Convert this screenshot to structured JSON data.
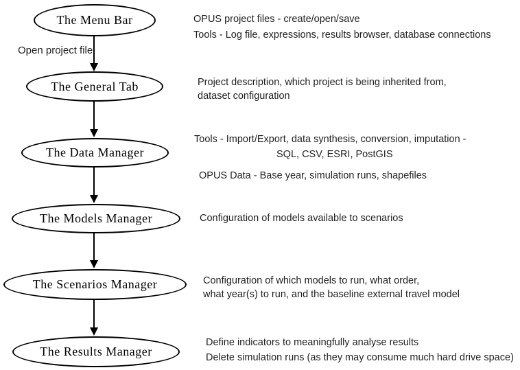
{
  "flowchart": {
    "nodes": [
      {
        "label": "The Menu Bar"
      },
      {
        "label": "The General Tab"
      },
      {
        "label": "The Data Manager"
      },
      {
        "label": "The Models Manager"
      },
      {
        "label": "The Scenarios Manager"
      },
      {
        "label": "The Results Manager"
      }
    ],
    "edge_label": "Open project file",
    "annotations": {
      "menu_bar": {
        "line1": "OPUS project files - create/open/save",
        "line2": "Tools - Log file, expressions, results browser, database connections"
      },
      "general_tab": {
        "line1": "Project description, which project is being inherited from,",
        "line2": "dataset configuration"
      },
      "data_manager": {
        "line1": "Tools - Import/Export, data synthesis, conversion, imputation -",
        "line2": "SQL, CSV, ESRI, PostGIS",
        "line3": "OPUS Data - Base year, simulation runs, shapefiles"
      },
      "models_manager": {
        "line1": "Configuration of models available to scenarios"
      },
      "scenarios_manager": {
        "line1": "Configuration of which models to run, what order,",
        "line2": "what year(s) to run, and the baseline external travel model"
      },
      "results_manager": {
        "line1": "Define indicators to meaningfully analyse results",
        "line2": "Delete simulation runs (as they may consume much hard drive space)"
      }
    },
    "colors": {
      "stroke": "#000000",
      "node_text": "#000000",
      "annotation_text": "#1f1f1f",
      "background": "#ffffff"
    }
  }
}
